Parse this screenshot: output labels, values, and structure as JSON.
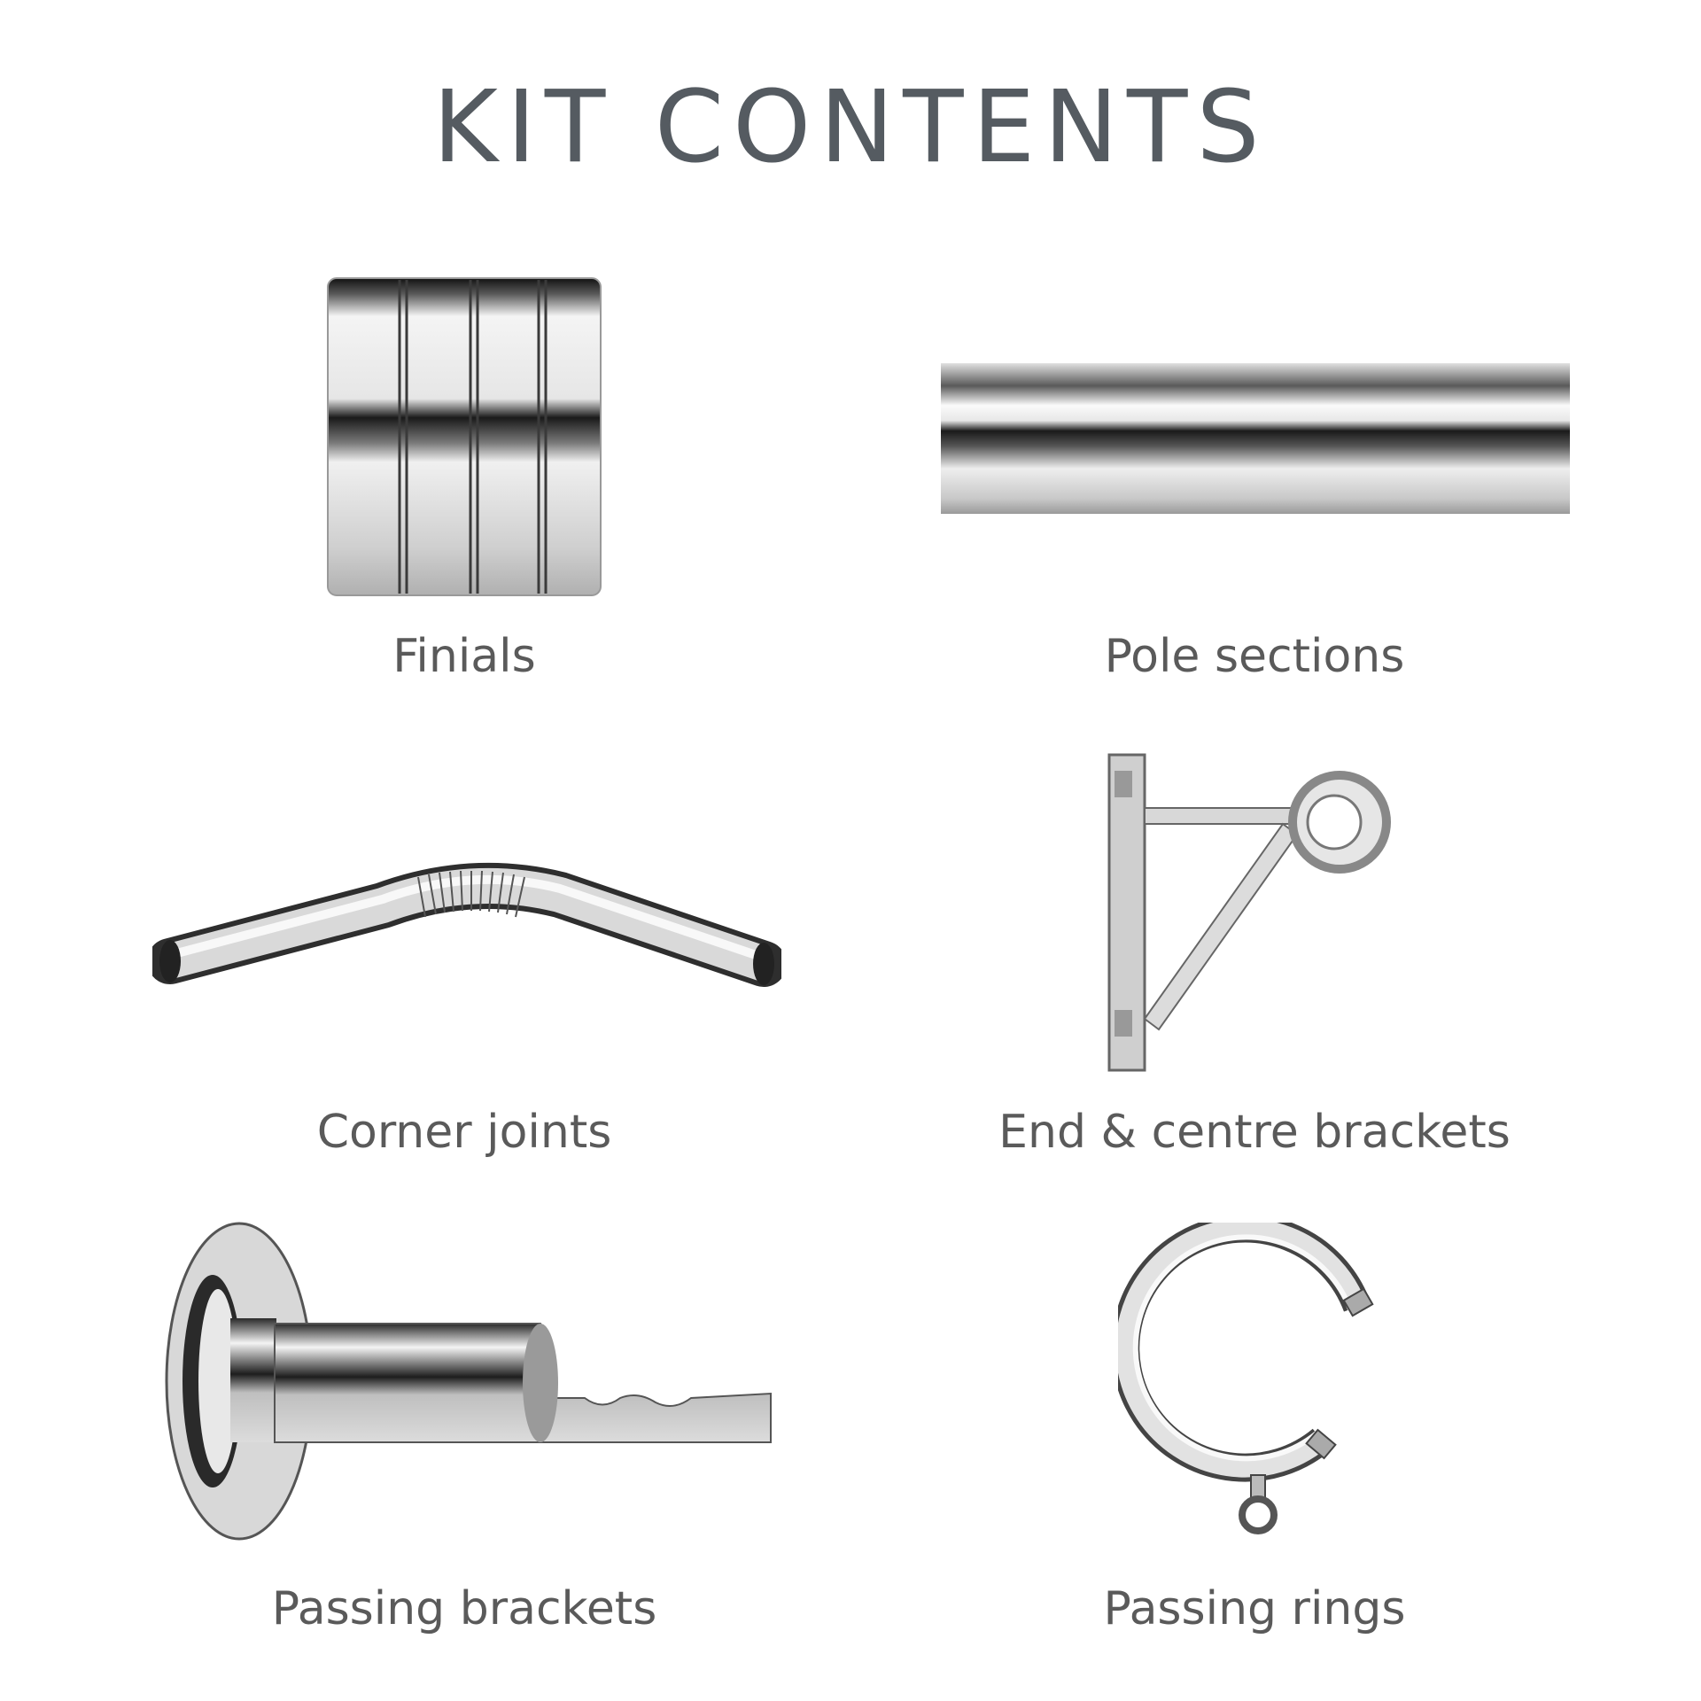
{
  "page": {
    "title": "KIT CONTENTS"
  },
  "items": [
    {
      "label": "Finials",
      "icon": "finial-icon"
    },
    {
      "label": "Pole sections",
      "icon": "pole-section-icon"
    },
    {
      "label": "Corner joints",
      "icon": "corner-joint-icon"
    },
    {
      "label": "End & centre brackets",
      "icon": "end-centre-bracket-icon"
    },
    {
      "label": "Passing brackets",
      "icon": "passing-bracket-icon"
    },
    {
      "label": "Passing rings",
      "icon": "passing-ring-icon"
    }
  ],
  "colors": {
    "title": "#555b61",
    "label": "#5a5a5a",
    "chrome_dark": "#1c1c1e",
    "chrome_light": "#f2f3f5"
  }
}
